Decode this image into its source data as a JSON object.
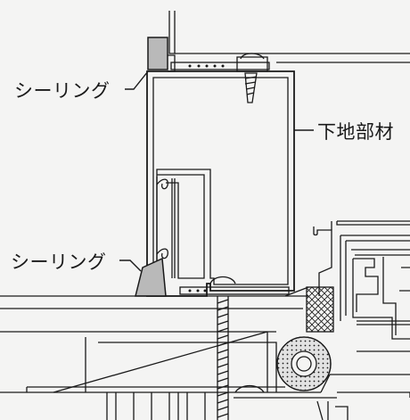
{
  "labels": {
    "sealing_top": "シーリング",
    "base_member": "下地部材",
    "sealing_bottom": "シーリング"
  },
  "colors": {
    "background": "#f4f4f3",
    "line": "#1a1a1a",
    "sealant_fill": "#b9b9b9",
    "insulation_fill": "#cfcfcf"
  }
}
